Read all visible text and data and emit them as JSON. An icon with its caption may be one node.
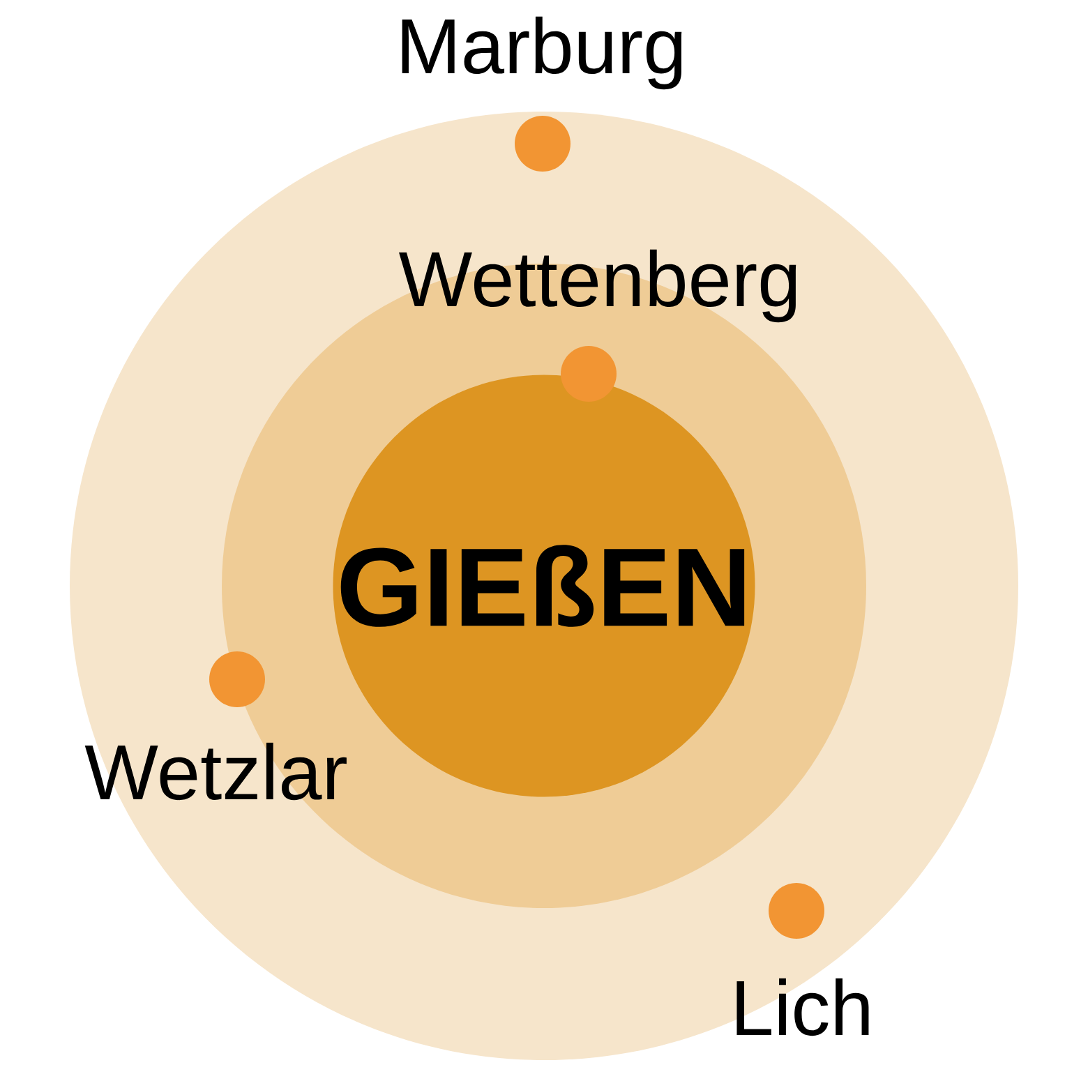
{
  "diagram": {
    "nodes": [
      {
        "text": [],
        "shape": "circle"
      },
      {
        "text": [],
        "shape": "circle",
        "in": 0
      },
      {
        "text": [
          "GIEßEN"
        ],
        "in": 1
      },
      {
        "text": [],
        "shape": "circle",
        "in": 0,
        "beside": [
          "Marburg"
        ]
      },
      {
        "text": [],
        "shape": "circle",
        "in": 1,
        "beside": [
          "Wettenberg"
        ]
      },
      {
        "text": [],
        "shape": "circle",
        "in": 0,
        "beside": [
          "Wetzlar"
        ]
      },
      {
        "text": [],
        "shape": "circle",
        "in": 0,
        "beside": [
          "Lich"
        ]
      }
    ]
  }
}
